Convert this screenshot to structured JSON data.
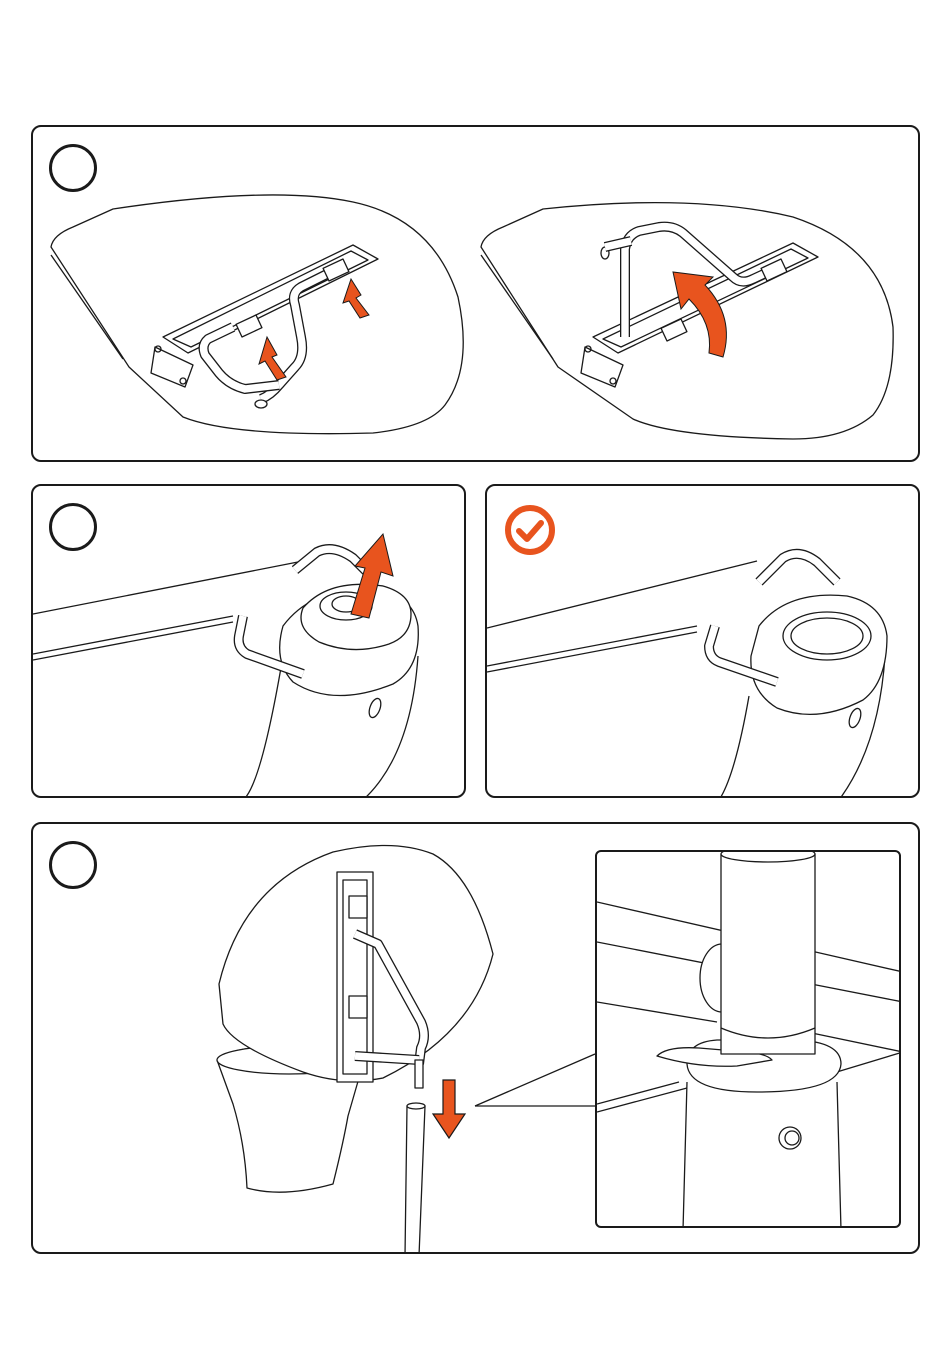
{
  "steps": [
    {
      "id": "step-1",
      "label": ""
    },
    {
      "id": "step-2",
      "label": ""
    },
    {
      "id": "step-3",
      "label": ""
    }
  ],
  "colors": {
    "accent": "#e8541e",
    "line": "#1a1a1a",
    "panel_bg": "#ffffff"
  },
  "icons": {
    "check": "check-circle-icon",
    "arrow": "arrow-icon"
  }
}
